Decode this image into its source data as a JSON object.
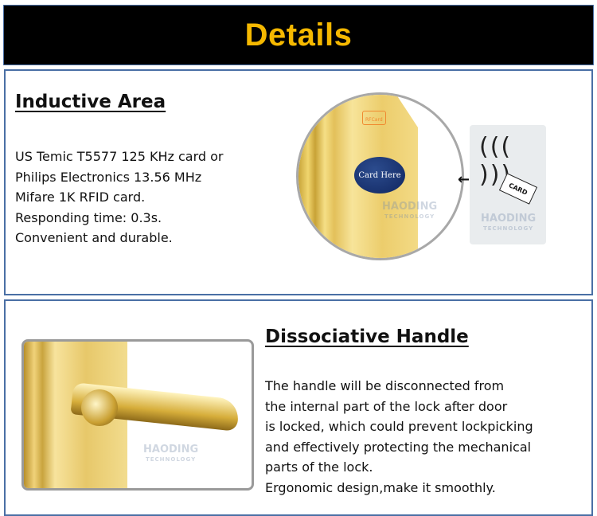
{
  "header": {
    "title": "Details",
    "title_color": "#f5b800"
  },
  "inductive": {
    "title": "Inductive Area",
    "lines": [
      "US Temic T5577 125 KHz card or",
      "Philips Electronics 13.56 MHz",
      "Mifare 1K RFID card.",
      "Responding time: 0.3s.",
      "Convenient and durable."
    ],
    "image": {
      "rfcard_label": "RFCard",
      "oval_label": "Card Here",
      "card_label": "CARD",
      "arrow": "←"
    }
  },
  "handle": {
    "title": "Dissociative Handle",
    "lines": [
      "The handle will be disconnected from",
      "the internal part of the lock after door",
      "is locked, which could prevent lockpicking",
      "and effectively protecting the mechanical",
      "parts of the lock.",
      "Ergonomic design,make it smoothly."
    ]
  },
  "watermark": {
    "brand": "HAODING",
    "sub": "TECHNOLOGY"
  }
}
